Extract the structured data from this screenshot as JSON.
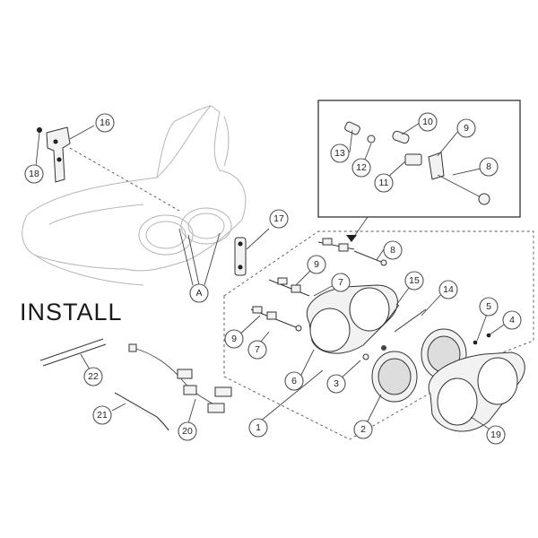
{
  "install_label": "INSTALL",
  "callouts": [
    "1",
    "2",
    "3",
    "4",
    "5",
    "6",
    "7",
    "7",
    "8",
    "8",
    "9",
    "9",
    "9",
    "10",
    "11",
    "12",
    "13",
    "14",
    "15",
    "16",
    "17",
    "18",
    "19",
    "20",
    "21",
    "22",
    "A"
  ],
  "colors": {
    "line": "#333333",
    "fairing": "#b5b5b5",
    "background": "#ffffff"
  }
}
